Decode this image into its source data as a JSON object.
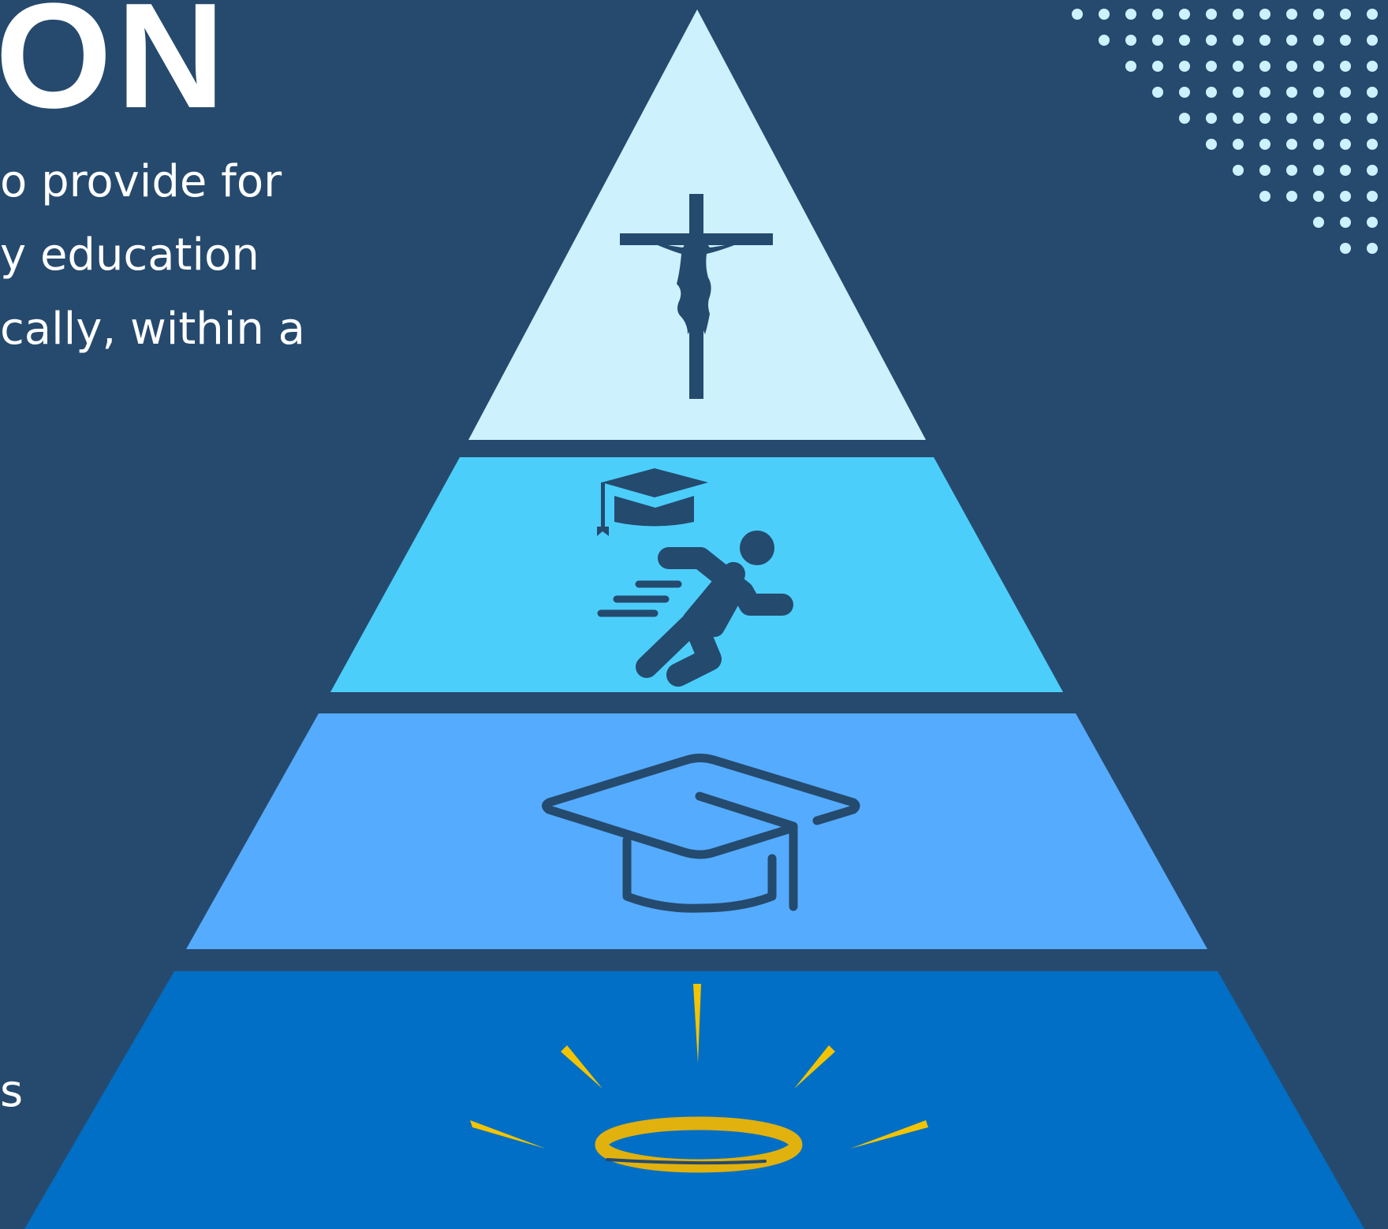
{
  "colors": {
    "background": "#264a6e",
    "tier_top": "#cdf1fd",
    "tier_second": "#4ccefb",
    "tier_third": "#55abfd",
    "tier_bottom": "#006fc5",
    "icon_dark": "#244a6e",
    "halo_gold": "#f2c400",
    "dots": "#cdf1fd"
  },
  "text": {
    "heading": "ON",
    "body_lines": [
      "o provide for",
      "y education",
      "cally, within a",
      "s"
    ]
  },
  "pyramid": {
    "tiers": [
      {
        "name": "tier-faith",
        "icon": "crucifix-icon"
      },
      {
        "name": "tier-activities",
        "icon": "graduation-cap-and-running-person-icon"
      },
      {
        "name": "tier-academics",
        "icon": "graduation-cap-icon"
      },
      {
        "name": "tier-virtue",
        "icon": "halo-icon"
      }
    ]
  },
  "decoration": {
    "icon": "dot-pattern"
  }
}
